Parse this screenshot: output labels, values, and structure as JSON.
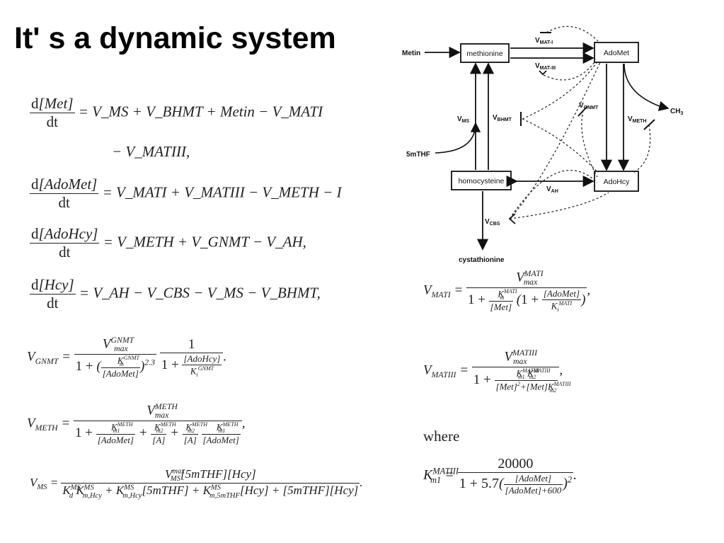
{
  "slide": {
    "title": "It' s a dynamic system"
  },
  "diagram": {
    "nodes": {
      "methionine": "methionine",
      "adomet": "AdoMet",
      "homocysteine": "homocysteine",
      "adohcy": "AdoHcy"
    },
    "inputs": {
      "metin": "Metin",
      "thf": "5mTHF"
    },
    "outputs": {
      "ch3": "CH",
      "ch3_sub": "3",
      "cystathionine": "cystathionine"
    },
    "fluxes": {
      "mat1": {
        "v": "V",
        "sub": "MAT-I"
      },
      "mat3": {
        "v": "V",
        "sub": "MAT-III"
      },
      "gnmt": {
        "v": "V",
        "sub": "GNMT"
      },
      "meth": {
        "v": "V",
        "sub": "METH"
      },
      "ms": {
        "v": "V",
        "sub": "MS"
      },
      "bhmt": {
        "v": "V",
        "sub": "BHMT"
      },
      "ah": {
        "v": "V",
        "sub": "AH"
      },
      "cbs": {
        "v": "V",
        "sub": "CBS"
      }
    }
  },
  "equations": {
    "d": "d",
    "dt": "dt",
    "met": "[Met]",
    "adomet": "[AdoMet]",
    "adohcy": "[AdoHcy]",
    "hcy": "[Hcy]",
    "rhs_met_1": "= V_MS + V_BHMT + Metin − V_MATI",
    "rhs_met_2": "− V_MATIII,",
    "rhs_adomet": "= V_MATI + V_MATIII − V_METH − I",
    "rhs_adohcy": "= V_METH + V_GNMT − V_AH,",
    "rhs_hcy": "= V_AH − V_CBS − V_MS − V_BHMT,",
    "where": "where",
    "k_value": "20000",
    "k_coef": "1 + 5.7",
    "k_plus": "[AdoMet]+600",
    "k_pow": "2"
  }
}
